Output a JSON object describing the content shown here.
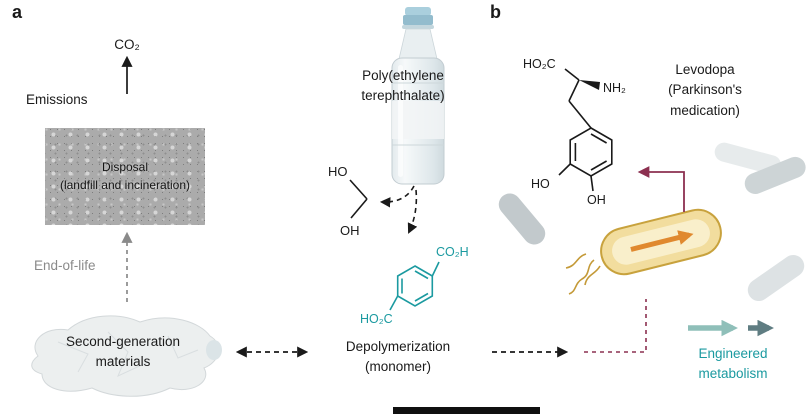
{
  "colors": {
    "teal": "#1b9aa0",
    "maroon": "#8c3050",
    "gray_text": "#8a8a8a",
    "black": "#1a1a1a",
    "bacteria_gray": "#c6cdd0",
    "bacteria_yellow": "#f2dd9e",
    "orange": "#e0892f",
    "teal_arrow_light": "#8fbfb9",
    "teal_arrow_dark": "#5f7d82"
  },
  "panel_a": {
    "label": "a",
    "co2": "CO₂",
    "emissions": "Emissions",
    "disposal": {
      "line1": "Disposal",
      "line2": "(landfill and incineration)"
    },
    "end_of_life": "End-of-life",
    "second_generation": {
      "line1": "Second-generation",
      "line2": "materials"
    }
  },
  "center": {
    "pet": {
      "line1": "Poly(ethylene",
      "line2": "terephthalate)"
    },
    "ethylene_glycol": {
      "ho": "HO",
      "oh": "OH"
    },
    "terephthalic_acid": {
      "co2h": "CO₂H",
      "ho2c": "HO₂C"
    },
    "depolymerization": {
      "line1": "Depolymerization",
      "line2": "(monomer)"
    }
  },
  "panel_b": {
    "label": "b",
    "levodopa": {
      "line1": "Levodopa",
      "line2": "(Parkinson's",
      "line3": "medication)"
    },
    "levodopa_structure": {
      "ho2c": "HO₂C",
      "nh2": "NH₂",
      "ho": "HO",
      "oh": "OH"
    },
    "engineered": {
      "line1": "Engineered",
      "line2": "metabolism"
    }
  }
}
